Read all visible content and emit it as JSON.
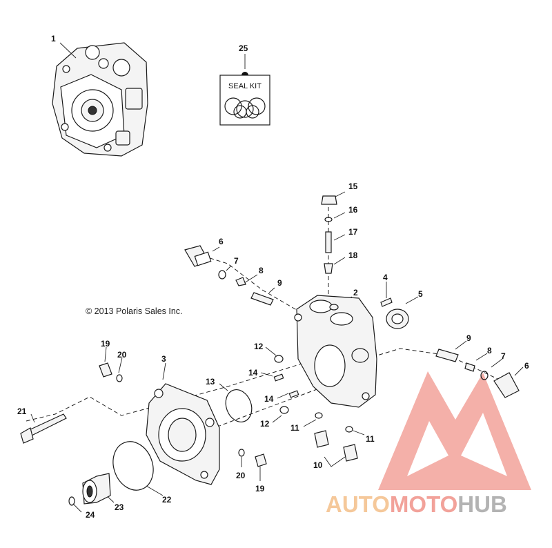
{
  "copyright": "© 2013 Polaris Sales Inc.",
  "seal_kit_label": "SEAL KIT",
  "callouts": {
    "c1": "1",
    "c2": "2",
    "c3": "3",
    "c4": "4",
    "c5": "5",
    "c6a": "6",
    "c6b": "6",
    "c7a": "7",
    "c7b": "7",
    "c8a": "8",
    "c8b": "8",
    "c9a": "9",
    "c9b": "9",
    "c10": "10",
    "c11a": "11",
    "c11b": "11",
    "c12a": "12",
    "c12b": "12",
    "c13": "13",
    "c14a": "14",
    "c14b": "14",
    "c15": "15",
    "c16": "16",
    "c17": "17",
    "c18": "18",
    "c19a": "19",
    "c19b": "19",
    "c20a": "20",
    "c20b": "20",
    "c21": "21",
    "c22": "22",
    "c23": "23",
    "c24": "24",
    "c25": "25"
  },
  "watermark": {
    "part1": "AUTO",
    "part2": "MOTO",
    "part3": "HUB",
    "colors": {
      "logo": "#f2a29a",
      "auto": "#f5c89a",
      "moto": "#f2a29a",
      "hub": "#b3b3b3"
    }
  }
}
